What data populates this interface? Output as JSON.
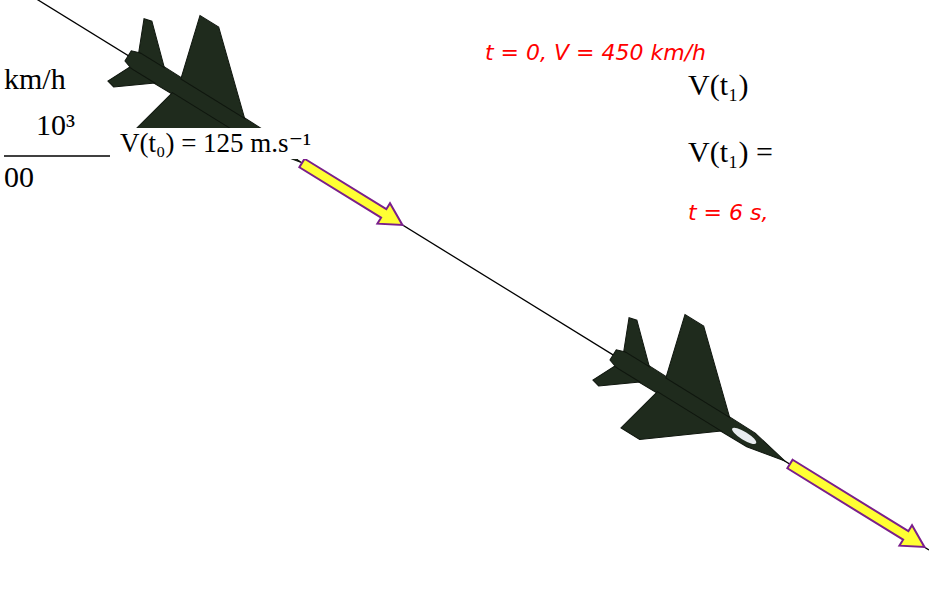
{
  "diagram": {
    "labels": [
      "t = 0, V = 450 km/h",
      "km/h",
      "10³",
      "00",
      "V(t₀) = 125 m.s⁻¹",
      "V(t₁)",
      "V(t₁) =",
      "t = 6 s,"
    ]
  }
}
